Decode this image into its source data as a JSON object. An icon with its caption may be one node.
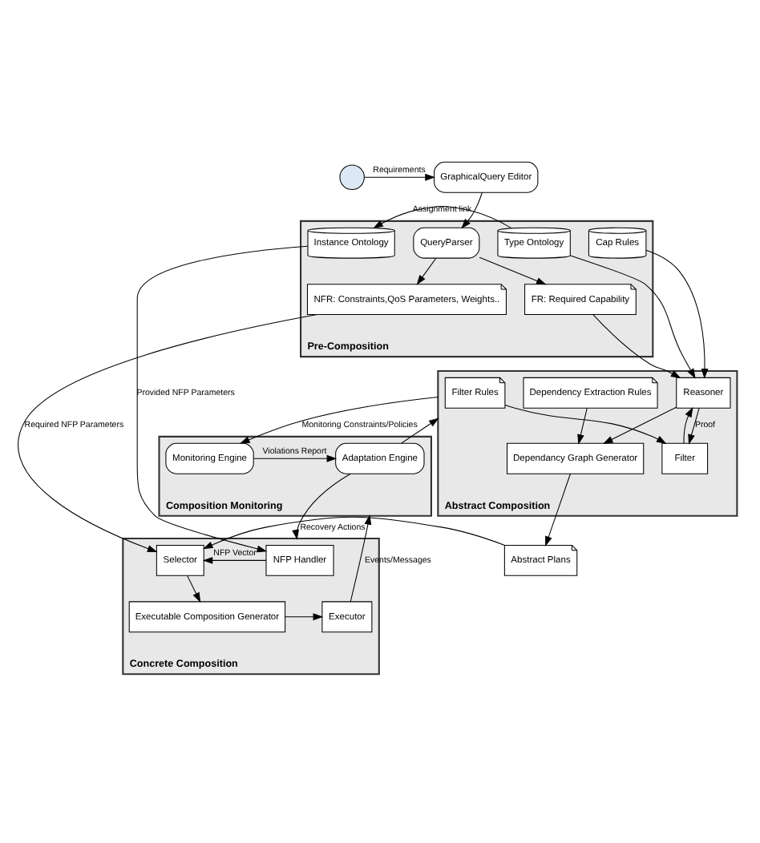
{
  "diagram": {
    "nodes": [
      {
        "text": [],
        "shape": "person"
      },
      {
        "text": [
          "GraphicalQuery Editor"
        ]
      },
      {
        "text": [
          "Pre-Composition"
        ]
      },
      {
        "text": [
          "QueryParser"
        ],
        "in": 2
      },
      {
        "text": [
          "NFR: Constraints,QoS Parameters, Weights.."
        ],
        "in": 2
      },
      {
        "text": [
          "FR: Required Capability"
        ],
        "in": 2
      },
      {
        "text": [
          "Instance Ontology"
        ],
        "in": 2
      },
      {
        "text": [
          "Type Ontology"
        ],
        "in": 2
      },
      {
        "text": [
          "Cap Rules"
        ],
        "in": 2
      },
      {
        "text": [
          "Abstract Composition"
        ]
      },
      {
        "text": [
          "Filter Rules"
        ],
        "in": 9
      },
      {
        "text": [
          "Reasoner"
        ],
        "in": 9
      },
      {
        "text": [
          "Dependency Extraction Rules"
        ],
        "in": 9
      },
      {
        "text": [
          "Filter"
        ],
        "in": 9
      },
      {
        "text": [
          "Dependancy Graph Generator"
        ],
        "in": 9
      },
      {
        "text": [
          "Abstract Plans"
        ]
      },
      {
        "text": [
          "Concrete Composition"
        ]
      },
      {
        "text": [
          "NFP Handler"
        ],
        "in": 16
      },
      {
        "text": [
          "Selector"
        ],
        "in": 16
      },
      {
        "text": [
          "Executor"
        ],
        "in": 16
      },
      {
        "text": [
          "Executable Composition Generator"
        ],
        "in": 16
      },
      {
        "text": [
          "Composition Monitoring"
        ]
      },
      {
        "text": [
          "Adaptation Engine"
        ],
        "in": 21
      },
      {
        "text": [
          "Monitoring Engine"
        ],
        "in": 21
      }
    ],
    "edges": [
      {
        "from": 0,
        "to": 1,
        "arrow": "to",
        "label": "Requirements"
      },
      {
        "from": 1,
        "to": 3,
        "arrow": "to"
      },
      {
        "from": 3,
        "to": 4,
        "arrow": "to"
      },
      {
        "from": 3,
        "to": 5,
        "arrow": "to"
      },
      {
        "from": 7,
        "to": 6,
        "arrow": "to",
        "label": "Assignment link"
      },
      {
        "from": 7,
        "to": 11,
        "arrow": "to"
      },
      {
        "from": 8,
        "to": 11,
        "arrow": "to"
      },
      {
        "from": 5,
        "to": 11,
        "arrow": "to"
      },
      {
        "from": 10,
        "to": 13,
        "arrow": "to"
      },
      {
        "from": 13,
        "to": 11,
        "arrow": "to"
      },
      {
        "from": 11,
        "to": 13,
        "arrow": "to",
        "label": "Proof"
      },
      {
        "from": 11,
        "to": 14,
        "arrow": "to"
      },
      {
        "from": 12,
        "to": 14,
        "arrow": "to"
      },
      {
        "from": 14,
        "to": 15,
        "arrow": "to"
      },
      {
        "from": 15,
        "to": 18,
        "arrow": "to"
      },
      {
        "from": 6,
        "to": 17,
        "arrow": "to",
        "label": "Provided NFP Parameters"
      },
      {
        "from": 4,
        "to": 18,
        "arrow": "to",
        "label": "Required NFP Parameters"
      },
      {
        "from": 17,
        "to": 18,
        "arrow": "to",
        "label": "NFP Vector"
      },
      {
        "from": 18,
        "to": 20,
        "arrow": "to"
      },
      {
        "from": 20,
        "to": 19,
        "arrow": "to"
      },
      {
        "from": 19,
        "to": 21,
        "arrow": "to",
        "label": "Events/Messages"
      },
      {
        "from": 23,
        "to": 22,
        "arrow": "to",
        "label": "Violations Report"
      },
      {
        "from": 22,
        "to": 9,
        "arrow": "to"
      },
      {
        "from": 22,
        "to": 16,
        "arrow": "to",
        "label": "Recovery Actions"
      },
      {
        "from": 9,
        "to": 23,
        "arrow": "to",
        "label": "Monitoring Constraints/Policies"
      }
    ]
  }
}
